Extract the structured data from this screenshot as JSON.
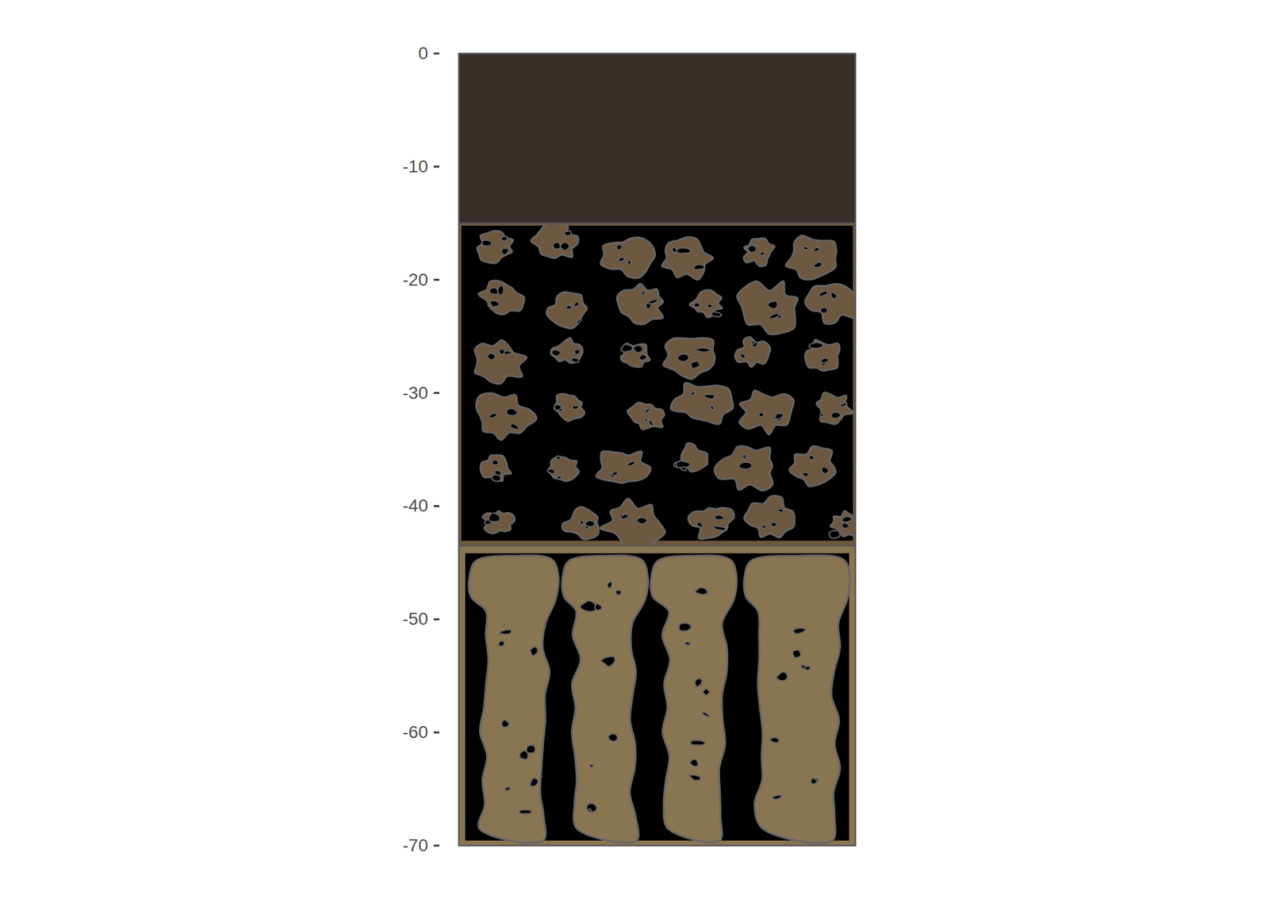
{
  "diagram": {
    "labels": [
      "0",
      "-10",
      "-20",
      "-30",
      "-40",
      "-50",
      "-60",
      "-70"
    ]
  }
}
